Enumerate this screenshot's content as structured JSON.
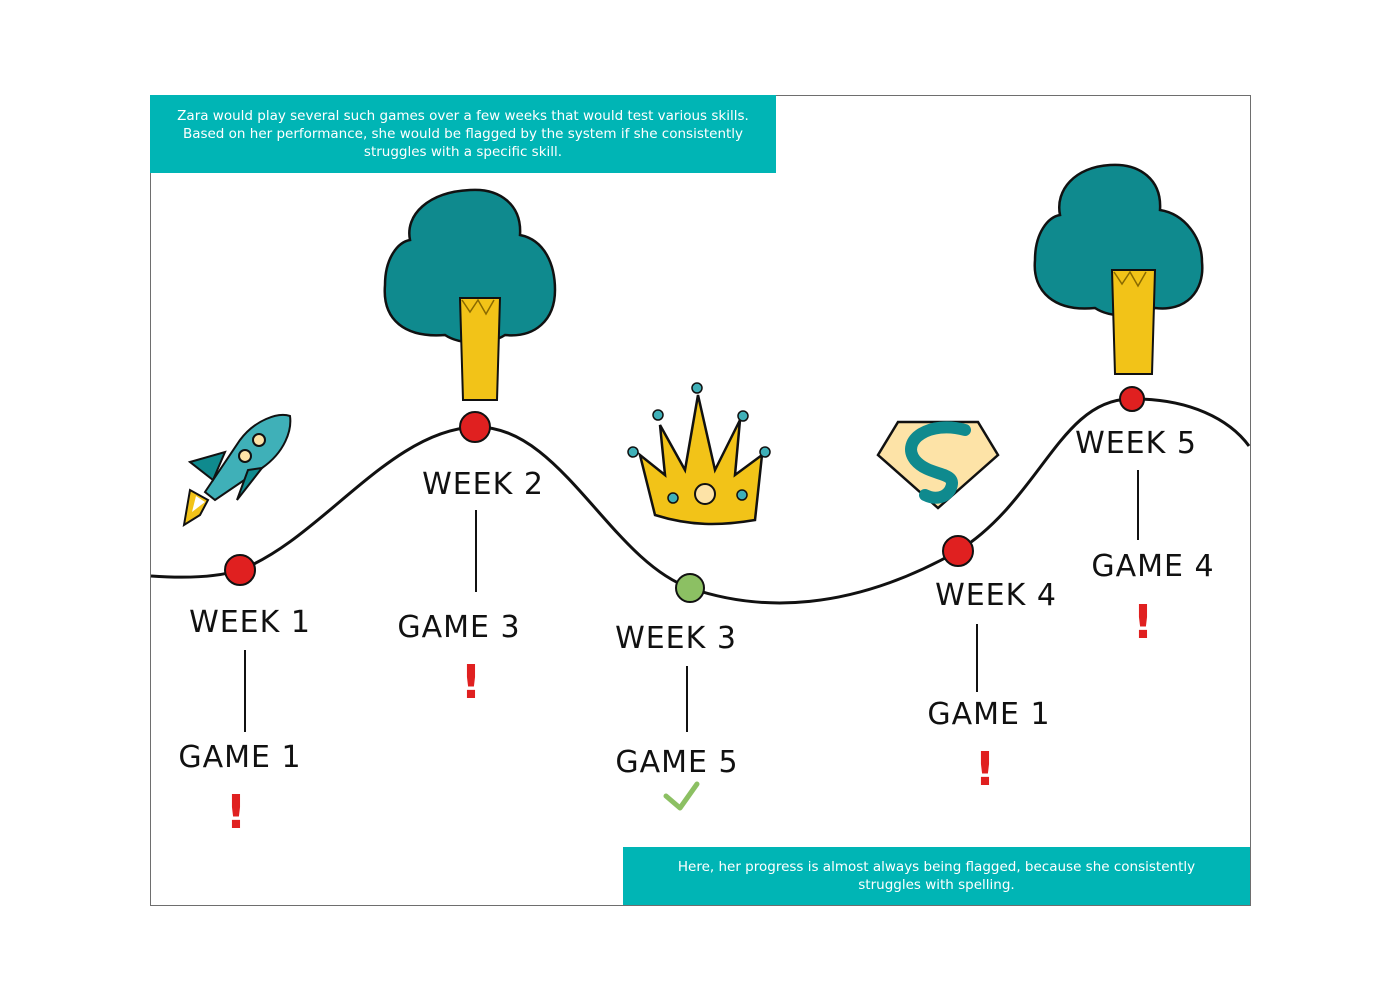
{
  "captions": {
    "top": "Zara would play several such games over a few weeks that would test various skills. Based on her performance, she would be flagged by the system if she consistently struggles with a specific skill.",
    "bottom": "Here, her progress is almost always being flagged, because she consistently struggles with spelling."
  },
  "milestones": [
    {
      "week": "WEEK 1",
      "game": "GAME 1",
      "status": "flagged",
      "icon": "rocket-icon",
      "marker_color": "#e02020"
    },
    {
      "week": "WEEK 2",
      "game": "GAME 3",
      "status": "flagged",
      "icon": "tree-icon",
      "marker_color": "#e02020"
    },
    {
      "week": "WEEK 3",
      "game": "GAME 5",
      "status": "passed",
      "icon": "crown-icon",
      "marker_color": "#8cc063"
    },
    {
      "week": "WEEK 4",
      "game": "GAME 1",
      "status": "flagged",
      "icon": "superhero-emblem-icon",
      "marker_color": "#e02020"
    },
    {
      "week": "WEEK 5",
      "game": "GAME 4",
      "status": "flagged",
      "icon": "tree-icon",
      "marker_color": "#e02020"
    }
  ],
  "colors": {
    "accent": "#00b5b5",
    "flag": "#e02020",
    "check": "#8cc063",
    "tree_canopy": "#0f8a8e",
    "trunk": "#f2c318"
  }
}
